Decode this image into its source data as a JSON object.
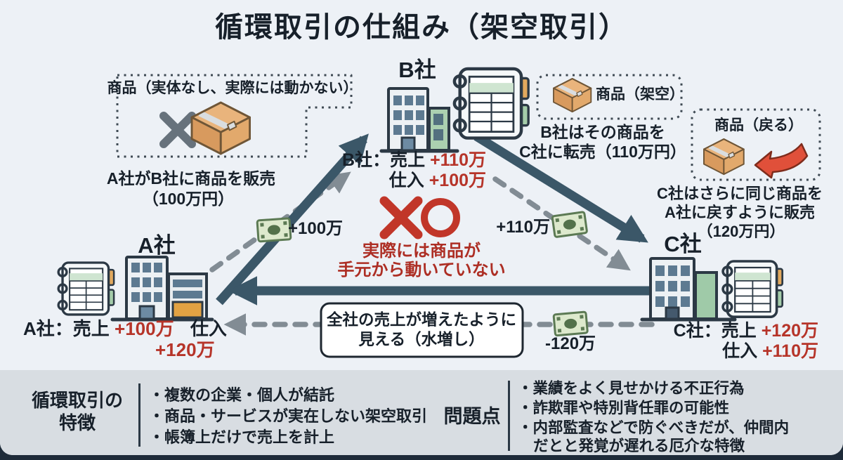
{
  "title": "循環取引の仕組み（架空取引）",
  "companies": {
    "a": {
      "name": "A社",
      "sales_label": "A社：売上",
      "sales_value": "+100万",
      "purchase_label": "仕入",
      "purchase_value": "+120万"
    },
    "b": {
      "name": "B社",
      "sales_label": "B社：売上",
      "sales_value": "+110万",
      "purchase_label": "仕入",
      "purchase_value": "+100万"
    },
    "c": {
      "name": "C社",
      "sales_label": "C社：売上",
      "sales_value": "+120万",
      "purchase_label": "仕入",
      "purchase_value": "+110万"
    }
  },
  "product_boxes": {
    "none": {
      "label": "商品（実体なし、実際には動かない）"
    },
    "fictitious": {
      "label": "商品（架空）"
    },
    "return": {
      "label": "商品（戻る）"
    }
  },
  "captions": {
    "a_to_b": {
      "line1": "A社がB社に商品を販売",
      "line2": "（100万円）"
    },
    "b_to_c": {
      "line1": "B社はその商品を",
      "line2": "C社に転売（110万円）"
    },
    "c_to_a": {
      "line1": "C社はさらに同じ商品を",
      "line2": "A社に戻すように販売",
      "line3": "（120万円）"
    }
  },
  "money_flows": {
    "a_to_b": "+100万",
    "b_to_c": "+110万",
    "c_to_a": "-120万"
  },
  "center_note": {
    "marks": "×○",
    "line1": "実際には商品が",
    "line2": "手元から動いていない"
  },
  "summary_box": {
    "line1": "全社の売上が増えたように",
    "line2": "見える（水増し）"
  },
  "footer": {
    "features": {
      "title_line1": "循環取引の",
      "title_line2": "特徴",
      "bullets": [
        "・複数の企業・個人が結託",
        "・商品・サービスが実在しない架空取引",
        "・帳簿上だけで売上を計上"
      ]
    },
    "problems": {
      "title": "問題点",
      "bullets": [
        "・業績をよく見せかける不正行為",
        "・詐欺罪や特別背任罪の可能性",
        "・内部監査などで防ぐべきだが、仲間内",
        "だとと発覚が遅れる厄介な特徴"
      ]
    }
  },
  "colors": {
    "accent_red": "#b63429",
    "arrow_dark": "#3b5768",
    "arrow_gray": "#828c94",
    "box_orange": "#e2a96c",
    "money_green": "#5c7a54"
  }
}
